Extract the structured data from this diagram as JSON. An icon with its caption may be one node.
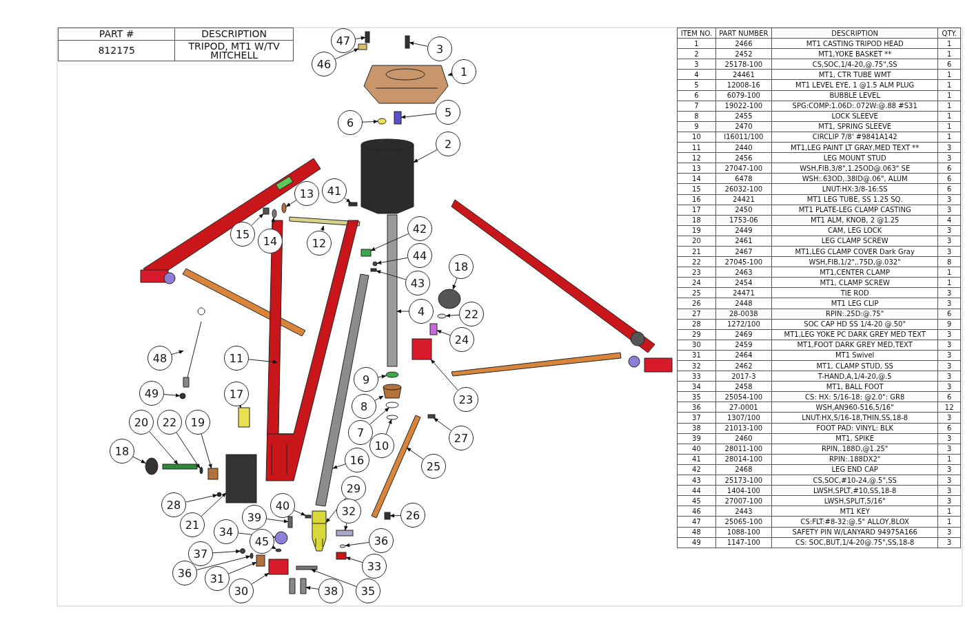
{
  "diagram": {
    "nodes": [
      {
        "text": [
          "47"
        ]
      },
      {
        "text": [
          "3"
        ]
      },
      {
        "text": [
          "46"
        ]
      },
      {
        "text": [
          "1"
        ]
      },
      {
        "text": [
          "6"
        ]
      },
      {
        "text": [
          "5"
        ]
      },
      {
        "text": [
          "2"
        ]
      },
      {
        "text": [
          "13"
        ]
      },
      {
        "text": [
          "41"
        ]
      },
      {
        "text": [
          "15"
        ]
      },
      {
        "text": [
          "14"
        ]
      },
      {
        "text": [
          "12"
        ]
      },
      {
        "text": [
          "42"
        ]
      },
      {
        "text": [
          "44"
        ]
      },
      {
        "text": [
          "43"
        ]
      },
      {
        "text": [
          "18"
        ]
      },
      {
        "text": [
          "22"
        ]
      },
      {
        "text": [
          "4"
        ]
      },
      {
        "text": [
          "24"
        ]
      },
      {
        "text": [
          "11"
        ]
      },
      {
        "text": [
          "48"
        ]
      },
      {
        "text": [
          "9"
        ]
      },
      {
        "text": [
          "8"
        ]
      },
      {
        "text": [
          "23"
        ]
      },
      {
        "text": [
          "49"
        ]
      },
      {
        "text": [
          "17"
        ]
      },
      {
        "text": [
          "7"
        ]
      },
      {
        "text": [
          "10"
        ]
      },
      {
        "text": [
          "27"
        ]
      },
      {
        "text": [
          "20"
        ]
      },
      {
        "text": [
          "22"
        ]
      },
      {
        "text": [
          "19"
        ]
      },
      {
        "text": [
          "25"
        ]
      },
      {
        "text": [
          "18"
        ]
      },
      {
        "text": [
          "16"
        ]
      },
      {
        "text": [
          "28"
        ]
      },
      {
        "text": [
          "29"
        ]
      },
      {
        "text": [
          "21"
        ]
      },
      {
        "text": [
          "40"
        ]
      },
      {
        "text": [
          "32"
        ]
      },
      {
        "text": [
          "39"
        ]
      },
      {
        "text": [
          "34"
        ]
      },
      {
        "text": [
          "26"
        ]
      },
      {
        "text": [
          "45"
        ]
      },
      {
        "text": [
          "36"
        ]
      },
      {
        "text": [
          "37"
        ]
      },
      {
        "text": [
          "33"
        ]
      },
      {
        "text": [
          "36"
        ]
      },
      {
        "text": [
          "31"
        ]
      },
      {
        "text": [
          "30"
        ]
      },
      {
        "text": [
          "38"
        ]
      },
      {
        "text": [
          "35"
        ]
      },
      {
        "text": [],
        "shape": "box"
      },
      {
        "text": [],
        "shape": "box"
      },
      {
        "text": [],
        "shape": "box"
      },
      {
        "text": [],
        "shape": "picture"
      },
      {
        "text": [],
        "shape": "circle"
      },
      {
        "text": [],
        "shape": "box"
      },
      {
        "text": [],
        "shape": "cylinder"
      },
      {
        "text": [],
        "shape": "circle"
      },
      {
        "text": [],
        "shape": "box"
      },
      {
        "text": [],
        "shape": "box"
      },
      {
        "text": [],
        "shape": "circle"
      },
      {
        "text": [],
        "shape": "bar"
      },
      {
        "text": [],
        "shape": "box"
      },
      {
        "text": [],
        "shape": "circle"
      },
      {
        "text": [],
        "shape": "box"
      },
      {
        "text": [],
        "shape": "circle"
      },
      {
        "text": [],
        "shape": "circle"
      },
      {
        "text": [],
        "shape": "bar"
      },
      {
        "text": [],
        "shape": "box"
      },
      {
        "text": [],
        "shape": "picture"
      },
      {
        "text": [],
        "shape": "picture"
      },
      {
        "text": [],
        "shape": "circle"
      },
      {
        "text": [],
        "shape": "cylinder"
      },
      {
        "text": [],
        "shape": "box"
      },
      {
        "text": [],
        "shape": "circle"
      },
      {
        "text": [],
        "shape": "box"
      },
      {
        "text": [],
        "shape": "circle"
      },
      {
        "text": [],
        "shape": "circle"
      },
      {
        "text": [],
        "shape": "box"
      },
      {
        "text": [],
        "shape": "bar"
      },
      {
        "text": [],
        "shape": "circle"
      },
      {
        "text": [],
        "shape": "box"
      },
      {
        "text": [],
        "shape": "bar"
      },
      {
        "text": [],
        "shape": "circle"
      },
      {
        "text": [],
        "shape": "bar"
      },
      {
        "text": [],
        "shape": "circle"
      },
      {
        "text": [],
        "shape": "picture"
      },
      {
        "text": [],
        "shape": "box"
      },
      {
        "text": [],
        "shape": "box"
      },
      {
        "text": [],
        "shape": "box"
      },
      {
        "text": [],
        "shape": "box"
      },
      {
        "text": [],
        "shape": "circle"
      },
      {
        "text": [],
        "shape": "box"
      },
      {
        "text": [],
        "shape": "circle"
      },
      {
        "text": [],
        "shape": "circle"
      },
      {
        "text": [],
        "shape": "circle"
      },
      {
        "text": [],
        "shape": "box"
      },
      {
        "text": [],
        "shape": "circle"
      },
      {
        "text": [],
        "shape": "box"
      },
      {
        "text": [],
        "shape": "box"
      },
      {
        "text": [],
        "shape": "picture"
      },
      {
        "text": [],
        "shape": "bar"
      }
    ],
    "edges": [
      {
        "from": 0,
        "to": 52,
        "arrow": "to"
      },
      {
        "from": 1,
        "to": 53,
        "arrow": "to"
      },
      {
        "from": 2,
        "to": 54,
        "arrow": "to"
      },
      {
        "from": 3,
        "to": 55,
        "arrow": "to"
      },
      {
        "from": 4,
        "to": 56,
        "arrow": "to"
      },
      {
        "from": 5,
        "to": 57,
        "arrow": "to"
      },
      {
        "from": 6,
        "to": 58,
        "arrow": "to"
      },
      {
        "from": 7,
        "to": 59,
        "arrow": "to"
      },
      {
        "from": 8,
        "to": 60,
        "arrow": "to"
      },
      {
        "from": 9,
        "to": 61,
        "arrow": "to"
      },
      {
        "from": 10,
        "to": 62,
        "arrow": "to"
      },
      {
        "from": 11,
        "to": 63,
        "arrow": "to"
      },
      {
        "from": 12,
        "to": 64,
        "arrow": "to"
      },
      {
        "from": 13,
        "to": 65,
        "arrow": "to"
      },
      {
        "from": 14,
        "to": 66,
        "arrow": "to"
      },
      {
        "from": 15,
        "to": 67,
        "arrow": "to"
      },
      {
        "from": 16,
        "to": 68,
        "arrow": "to"
      },
      {
        "from": 17,
        "to": 69,
        "arrow": "to"
      },
      {
        "from": 18,
        "to": 70,
        "arrow": "to"
      },
      {
        "from": 19,
        "to": 71,
        "arrow": "to"
      },
      {
        "from": 20,
        "to": 72,
        "arrow": "to"
      },
      {
        "from": 21,
        "to": 73,
        "arrow": "to"
      },
      {
        "from": 22,
        "to": 74,
        "arrow": "to"
      },
      {
        "from": 23,
        "to": 75,
        "arrow": "to"
      },
      {
        "from": 24,
        "to": 76,
        "arrow": "to"
      },
      {
        "from": 25,
        "to": 77,
        "arrow": "to"
      },
      {
        "from": 26,
        "to": 78,
        "arrow": "to"
      },
      {
        "from": 27,
        "to": 79,
        "arrow": "to"
      },
      {
        "from": 28,
        "to": 80,
        "arrow": "to"
      },
      {
        "from": 29,
        "to": 81,
        "arrow": "to"
      },
      {
        "from": 30,
        "to": 82,
        "arrow": "to"
      },
      {
        "from": 31,
        "to": 83,
        "arrow": "to"
      },
      {
        "from": 32,
        "to": 84,
        "arrow": "to"
      },
      {
        "from": 33,
        "to": 85,
        "arrow": "to"
      },
      {
        "from": 34,
        "to": 86,
        "arrow": "to"
      },
      {
        "from": 35,
        "to": 87,
        "arrow": "to"
      },
      {
        "from": 36,
        "to": 88,
        "arrow": "to"
      },
      {
        "from": 37,
        "to": 89,
        "arrow": "to"
      },
      {
        "from": 38,
        "to": 90,
        "arrow": "to"
      },
      {
        "from": 39,
        "to": 91,
        "arrow": "to"
      },
      {
        "from": 40,
        "to": 92,
        "arrow": "to"
      },
      {
        "from": 41,
        "to": 93,
        "arrow": "to"
      },
      {
        "from": 42,
        "to": 94,
        "arrow": "to"
      },
      {
        "from": 43,
        "to": 95,
        "arrow": "to"
      },
      {
        "from": 44,
        "to": 96,
        "arrow": "to"
      },
      {
        "from": 45,
        "to": 97,
        "arrow": "to"
      },
      {
        "from": 46,
        "to": 98,
        "arrow": "to"
      },
      {
        "from": 47,
        "to": 99,
        "arrow": "to"
      },
      {
        "from": 48,
        "to": 100,
        "arrow": "to"
      },
      {
        "from": 49,
        "to": 101,
        "arrow": "to"
      },
      {
        "from": 50,
        "to": 102,
        "arrow": "to"
      },
      {
        "from": 51,
        "to": 103,
        "arrow": "to"
      }
    ],
    "labels": [
      "PART #",
      "DESCRIPTION",
      "812175",
      "TRIPOD, MT1 W/TV MITCHELL",
      "ITEM NO.",
      "PART NUMBER",
      "DESCRIPTION",
      "QTY.",
      "1",
      "2466",
      "MT1 CASTING TRIPOD HEAD",
      "1",
      "2",
      "2452",
      "MT1,YOKE BASKET **",
      "1",
      "3",
      "25178-100",
      "CS,SOC,1/4-20,@.75\",SS",
      "6",
      "4",
      "24461",
      "MT1, CTR TUBE WMT",
      "1",
      "5",
      "12008-16",
      "MT1 LEVEL EYE, 1 @1.5 ALM PLUG",
      "1",
      "6",
      "6079-100",
      "BUBBLE LEVEL",
      "1",
      "7",
      "19022-100",
      "SPG:COMP:1.06D:.072W:@.88 #S31",
      "1",
      "8",
      "2455",
      "LOCK SLEEVE",
      "1",
      "9",
      "2470",
      "MT1, SPRING SLEEVE",
      "1",
      "10",
      "I16011/100",
      "CIRCLIP 7/8' #9841A142",
      "1",
      "11",
      "2440",
      "MT1,LEG PAINT LT GRAY,MED TEXT **",
      "3",
      "12",
      "2456",
      "LEG MOUNT STUD",
      "3",
      "13",
      "27047-100",
      "WSH,FIB,3/8\",1.25OD@.063\" SE",
      "6",
      "14",
      "6478",
      "WSH:.63OD,.38ID@.06\", ALUM",
      "6",
      "15",
      "26032-100",
      "LNUT:HX:3/8-16:SS",
      "6",
      "16",
      "24421",
      "MT1 LEG TUBE, SS 1.25 SQ.",
      "3",
      "17",
      "2450",
      "MT1 PLATE-LEG CLAMP CASTING",
      "3",
      "18",
      "1753-06",
      "MT1 ALM, KNOB, 2 @1.25",
      "4",
      "19",
      "2449",
      "CAM, LEG LOCK",
      "3",
      "20",
      "2461",
      "LEG CLAMP SCREW",
      "3",
      "21",
      "2467",
      "MT1,LEG CLAMP COVER Dark Gray",
      "3",
      "22",
      "27045-100",
      "WSH,FIB,1/2\",.75D,@.032\"",
      "8",
      "23",
      "2463",
      "MT1,CENTER CLAMP",
      "1",
      "24",
      "2454",
      "MT1, CLAMP SCREW",
      "1",
      "25",
      "24471",
      "TIE ROD",
      "3",
      "26",
      "2448",
      "MT1 LEG CLIP",
      "3",
      "27",
      "28-0038",
      "RPIN:.25D:@.75\"",
      "6",
      "28",
      "1272/100",
      "SOC CAP HD SS 1/4-20 @.50\"",
      "9",
      "29",
      "2469",
      "MT1,LEG YOKE PC DARK GREY MED TEXT",
      "3",
      "30",
      "2459",
      "MT1,FOOT DARK GREY MED,TEXT",
      "3",
      "31",
      "2464",
      "MT1 Swivel",
      "3",
      "32",
      "2462",
      "MT1, CLAMP STUD, SS",
      "3",
      "33",
      "2017-3",
      "T-HAND,A,1/4-20,@.5",
      "3",
      "34",
      "2458",
      "MT1, BALL FOOT",
      "3",
      "35",
      "25054-100",
      "CS: HX: 5/16-18: @2.0\": GR8",
      "6",
      "36",
      "27-0001",
      "WSH,AN960-516,5/16\"",
      "12",
      "37",
      "1307/100",
      "LNUT:HX,5/16-18,THIN,SS,18-8",
      "3",
      "38",
      "21013-100",
      "FOOT PAD: VINYL: BLK",
      "6",
      "39",
      "2460",
      "MT1, SPIKE",
      "3",
      "40",
      "28011-100",
      "RPIN,.188D,@1.25\"",
      "3",
      "41",
      "28014-100",
      "RPIN:.188DX2\"",
      "1",
      "42",
      "2468",
      "LEG END CAP",
      "3",
      "43",
      "25173-100",
      "CS,SOC,#10-24,@.5\",SS",
      "3",
      "44",
      "1404-100",
      "LWSH,SPLT,#10,SS,18-8",
      "3",
      "45",
      "27007-100",
      "LWSH,SPLIT,5/16\"",
      "3",
      "46",
      "2443",
      "MT1 KEY",
      "1",
      "47",
      "25065-100",
      "CS:FLT:#8-32:@.5\" ALLOY,BLOX",
      "1",
      "48",
      "1088-100",
      "SAFETY PIN W/LANYARD 94975A166",
      "3",
      "49",
      "1147-100",
      "CS: SOC,BUT,1/4-20@.75\",SS,18-8",
      "3"
    ]
  }
}
